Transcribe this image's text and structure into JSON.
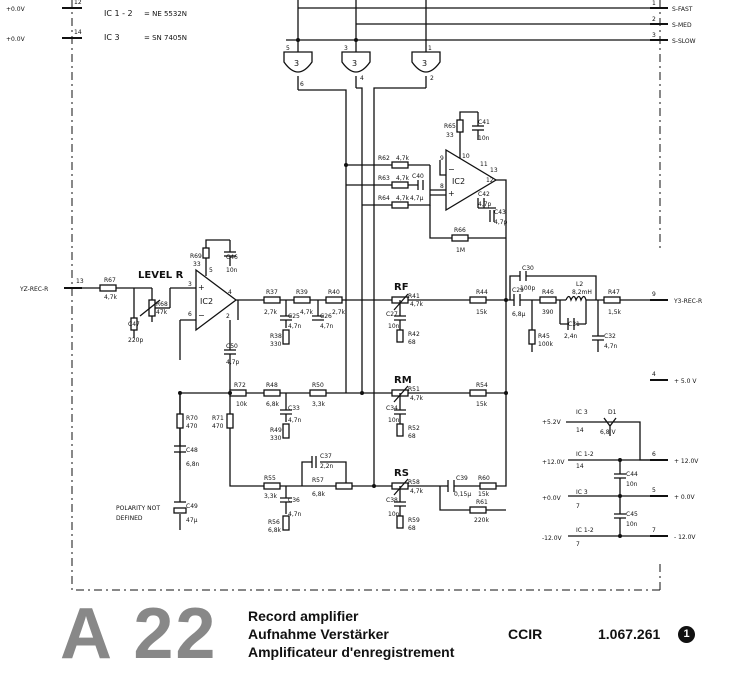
{
  "ic_notes": [
    {
      "ref": "IC 1 - 2",
      "value": "= NE 5532N"
    },
    {
      "ref": "IC 3",
      "value": "= SN 7405N"
    }
  ],
  "supply_left": [
    "+0.0V",
    "+0.0V"
  ],
  "supply_left_pins": [
    "12",
    "14"
  ],
  "speed_lines": [
    {
      "pin": "1",
      "label": "S-FAST"
    },
    {
      "pin": "2",
      "label": "S-MED"
    },
    {
      "pin": "3",
      "label": "S-SLOW"
    }
  ],
  "gates": [
    {
      "ic": "3",
      "in": "5",
      "out": "6"
    },
    {
      "ic": "3",
      "in": "3",
      "out": "4"
    },
    {
      "ic": "3",
      "in": "1",
      "out": "2"
    }
  ],
  "connectors": {
    "in_label": "YZ-REC-R",
    "in_pin": "13",
    "out_label": "Y3-REC-R",
    "out_pin": "9",
    "plus5_pin": "4",
    "plus5": "+ 5.0 V",
    "p12_pin": "6",
    "p12": "+ 12.0V",
    "zero_pin": "5",
    "zero": "+ 0.0V",
    "m12_pin": "7",
    "m12": "- 12.0V"
  },
  "labels": {
    "level": "LEVEL R",
    "rf": "RF",
    "rm": "RM",
    "rs": "RS",
    "polarity": [
      "POLARITY NOT",
      "DEFINED"
    ],
    "ic2": "IC2",
    "d1": "D1"
  },
  "components": {
    "R67": [
      "R67",
      "4,7k"
    ],
    "R68": [
      "R68",
      "47k"
    ],
    "C47": [
      "C47",
      "220p"
    ],
    "R69": [
      "R69",
      "33"
    ],
    "C46": [
      "C46",
      "10n"
    ],
    "C50": [
      "C50",
      "4,7p"
    ],
    "R37": [
      "R37",
      "2,7k"
    ],
    "C25": [
      "C25",
      "4,7n"
    ],
    "R38": [
      "R38",
      "330"
    ],
    "R39": [
      "R39",
      "4,7k"
    ],
    "C26": [
      "C26",
      "4,7n"
    ],
    "R40": [
      "R40",
      "2,7k"
    ],
    "R41": [
      "R41",
      "4,7k"
    ],
    "C27": [
      "C27",
      "10n"
    ],
    "R42": [
      "R42",
      "68"
    ],
    "R44": [
      "R44",
      "15k"
    ],
    "C29": [
      "C29",
      "6,8µ"
    ],
    "R45": [
      "R45",
      "100k"
    ],
    "C30": [
      "C30",
      "100p"
    ],
    "R46": [
      "R46",
      "390"
    ],
    "L2": [
      "L2",
      "8,2mH"
    ],
    "C31": [
      "C31",
      "2,4n"
    ],
    "C32": [
      "C32",
      "4,7n"
    ],
    "R47": [
      "R47",
      "1,5k"
    ],
    "R62": [
      "R62",
      "4,7k"
    ],
    "R63": [
      "R63",
      "4,7k"
    ],
    "R64": [
      "R64",
      "4,7k"
    ],
    "C40": [
      "C40",
      "4,7µ"
    ],
    "R65": [
      "R65",
      "33"
    ],
    "C41": [
      "C41",
      "10n"
    ],
    "C42": [
      "C42",
      "4,7p"
    ],
    "C43": [
      "C43",
      "4,7p"
    ],
    "R66": [
      "R66",
      "1M"
    ],
    "R72": [
      "R72",
      "10k"
    ],
    "R70": [
      "R70",
      "470"
    ],
    "R71": [
      "R71",
      "470"
    ],
    "C48": [
      "C48",
      "6,8n"
    ],
    "C49": [
      "C49",
      "47µ"
    ],
    "R48": [
      "R48",
      "6,8k"
    ],
    "C33": [
      "C33",
      "4,7n"
    ],
    "R49": [
      "R49",
      "330"
    ],
    "R50": [
      "R50",
      "3,3k"
    ],
    "R51": [
      "R51",
      "4,7k"
    ],
    "C34": [
      "C34",
      "10n"
    ],
    "R52": [
      "R52",
      "68"
    ],
    "R54": [
      "R54",
      "15k"
    ],
    "R55": [
      "R55",
      "3,3k"
    ],
    "C36": [
      "C36",
      "4,7n"
    ],
    "R56": [
      "R56",
      "6,8k"
    ],
    "C37": [
      "C37",
      "2,2n"
    ],
    "R57": [
      "R57",
      "6,8k"
    ],
    "R58": [
      "R58",
      "4,7k"
    ],
    "C38": [
      "C38",
      "10n"
    ],
    "R59": [
      "R59",
      "68"
    ],
    "C39": [
      "C39",
      "0,15µ"
    ],
    "R60": [
      "R60",
      "15k"
    ],
    "R61": [
      "R61",
      "220k"
    ],
    "C44": [
      "C44",
      "10n"
    ],
    "C45": [
      "C45",
      "10n"
    ]
  },
  "supply_block": {
    "ic3_top": "IC 3",
    "d1_v": "6,8 V",
    "v52": "+5.2V",
    "pin14a": "14",
    "ic12a": "IC 1-2",
    "v12": "+12.0V",
    "pin14b": "14",
    "ic3b": "IC 3",
    "v0": "+0.0V",
    "pin7a": "7",
    "ic12b": "IC 1-2",
    "vm12": "-12.0V",
    "pin7b": "7"
  },
  "opamp_pins": {
    "a_in_p": "3",
    "a_in_m": "6",
    "a_supply": "5",
    "a_out": "4",
    "a_fb": "2",
    "b_in_p": "8",
    "b_in_m": "9",
    "b_top": "10",
    "b_out": "11",
    "b_mid": "12",
    "b_right": "13"
  },
  "title": {
    "number": "A 22",
    "lines": [
      "Record amplifier",
      "Aufnahme Verstärker",
      "Amplificateur d'enregistrement"
    ],
    "standard": "CCIR",
    "doc_no": "1.067.261",
    "revision": "1"
  }
}
